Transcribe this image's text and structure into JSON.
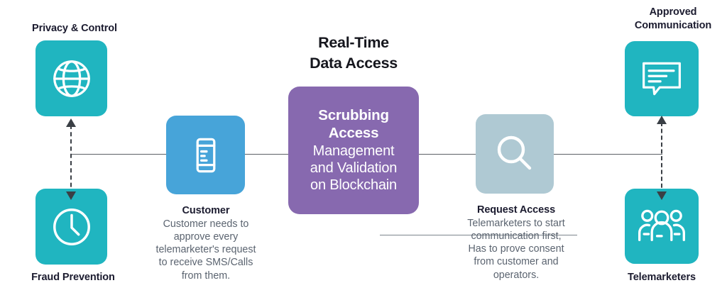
{
  "diagram": {
    "title": "Real-Time\nData Access",
    "title_line1": "Real-Time",
    "title_line2": "Data Access",
    "center_node": {
      "bold_line1": "Scrubbing",
      "bold_line2": "Access",
      "line3": "Management",
      "line4": "and Validation",
      "line5": "on Blockchain",
      "color": "#8769af",
      "icon": "none"
    },
    "nodes": [
      {
        "id": "privacy-control",
        "label": "Privacy & Control",
        "label_position": "above",
        "icon": "globe-icon",
        "color": "#20b5c0"
      },
      {
        "id": "fraud-prevention",
        "label": "Fraud Prevention",
        "label_position": "below",
        "icon": "clock-icon",
        "color": "#20b5c0"
      },
      {
        "id": "customer",
        "label": "Customer",
        "description": "Customer needs to approve every telemarketer's request to receive SMS/Calls from them.",
        "desc_lines": [
          "Customer needs to",
          "approve every",
          "telemarketer's request",
          "to receive SMS/Calls",
          "from them."
        ],
        "label_position": "below",
        "icon": "smartphone-icon",
        "color": "#47a4d9"
      },
      {
        "id": "request-access",
        "label": "Request Access",
        "description": "Telemarketers to start communication first, Has to prove consent from customer and operators.",
        "desc_lines": [
          "Telemarketers to start",
          "communication first,",
          "Has to prove consent",
          "from customer and",
          "operators."
        ],
        "label_position": "below",
        "icon": "magnifier-icon",
        "color": "#afc9d3"
      },
      {
        "id": "approved-communication",
        "label": "Approved\nCommunication",
        "label_line1": "Approved",
        "label_line2": "Communication",
        "label_position": "above",
        "icon": "speech-bubble-icon",
        "color": "#20b5c0"
      },
      {
        "id": "telemarketers",
        "label": "Telemarketers",
        "label_position": "below",
        "icon": "people-group-icon",
        "color": "#20b5c0"
      }
    ],
    "connectors": [
      {
        "id": "left-vertical-dashed",
        "type": "dashed-double-arrow",
        "orientation": "vertical"
      },
      {
        "id": "right-vertical-dashed",
        "type": "dashed-double-arrow",
        "orientation": "vertical"
      },
      {
        "id": "main-horizontal",
        "type": "solid",
        "orientation": "horizontal"
      },
      {
        "id": "request-access-underline",
        "type": "solid-thin",
        "orientation": "horizontal"
      }
    ]
  }
}
